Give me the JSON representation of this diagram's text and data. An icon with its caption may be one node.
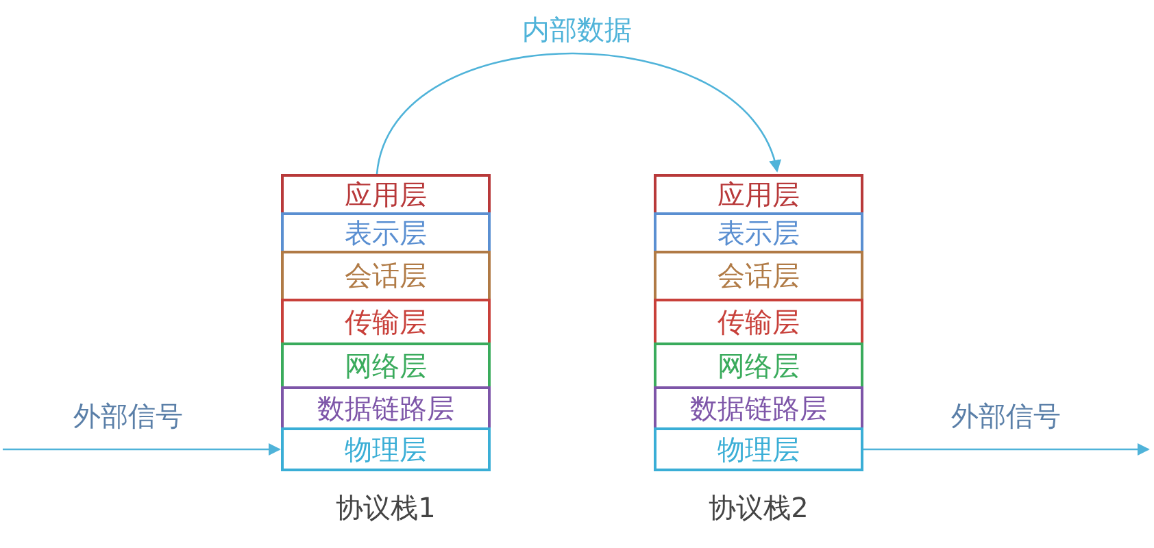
{
  "diagram": {
    "nodes": [
      {
        "text": [
          "应用层"
        ]
      },
      {
        "text": [
          "表示层"
        ]
      },
      {
        "text": [
          "会话层"
        ]
      },
      {
        "text": [
          "传输层"
        ]
      },
      {
        "text": [
          "网络层"
        ]
      },
      {
        "text": [
          "数据链路层"
        ]
      },
      {
        "text": [
          "物理层"
        ]
      },
      {
        "text": [
          "应用层"
        ]
      },
      {
        "text": [
          "表示层"
        ]
      },
      {
        "text": [
          "会话层"
        ]
      },
      {
        "text": [
          "传输层"
        ]
      },
      {
        "text": [
          "网络层"
        ]
      },
      {
        "text": [
          "数据链路层"
        ]
      },
      {
        "text": [
          "物理层"
        ]
      }
    ],
    "edges": [
      {
        "from": 0,
        "to": 7,
        "arrow": "to",
        "label": "内部数据"
      },
      {
        "from": null,
        "to": 6,
        "arrow": "to",
        "label": "外部信号"
      },
      {
        "from": 13,
        "to": null,
        "arrow": "to",
        "label": "外部信号"
      }
    ],
    "labels": [
      "协议栈1",
      "协议栈2"
    ]
  }
}
